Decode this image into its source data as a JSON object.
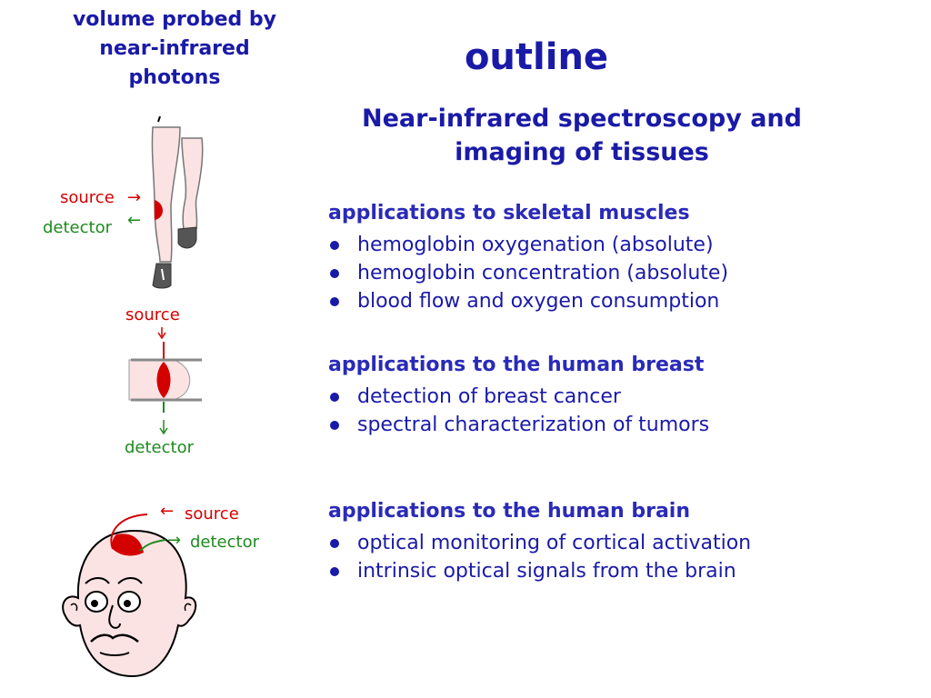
{
  "sidebar": {
    "title_lines": [
      "volume probed by",
      "near-infrared",
      "photons"
    ],
    "legs": {
      "source_label": "source",
      "detector_label": "detector"
    },
    "breast": {
      "source_label": "source",
      "detector_label": "detector"
    },
    "head": {
      "source_label": "source",
      "detector_label": "detector"
    }
  },
  "header": {
    "title": "outline",
    "subtitle_lines": [
      "Near-infrared spectroscopy and",
      "imaging of tissues"
    ]
  },
  "sections": [
    {
      "heading": "applications to skeletal muscles",
      "items": [
        "hemoglobin oxygenation (absolute)",
        "hemoglobin concentration (absolute)",
        "blood flow and oxygen consumption"
      ]
    },
    {
      "heading": "applications to the human breast",
      "items": [
        "detection of breast cancer",
        "spectral characterization of tumors"
      ]
    },
    {
      "heading": "applications to the human brain",
      "items": [
        "optical monitoring of cortical activation",
        "intrinsic optical signals from the brain"
      ]
    }
  ],
  "colors": {
    "title_blue": "#1a1aa8",
    "source_red": "#d40000",
    "detector_green": "#1f8a1f",
    "skin": "#fbe3e3"
  }
}
